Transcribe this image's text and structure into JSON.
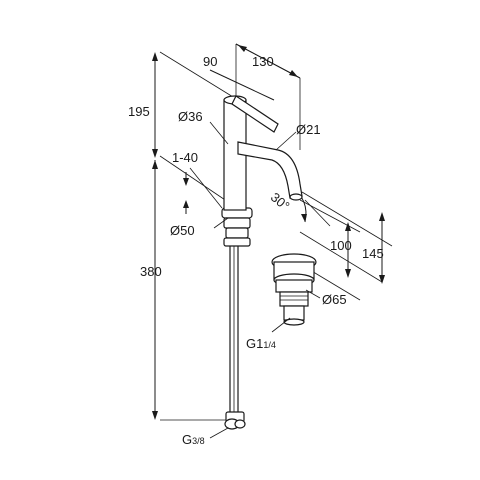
{
  "dimensions": {
    "top_width": "90",
    "top_depth": "130",
    "top_height": "195",
    "body_diameter": "Ø36",
    "spout_diameter": "Ø21",
    "adjustment_range": "1-40",
    "spout_angle": "30°",
    "base_diameter": "Ø50",
    "drain_height": "100",
    "spout_height": "145",
    "supply_length": "380",
    "drain_diameter": "Ø65",
    "drain_thread_main": "G1",
    "drain_thread_fraction": "1/4",
    "hose_thread_main": "G",
    "hose_thread_fraction": "3/8"
  }
}
